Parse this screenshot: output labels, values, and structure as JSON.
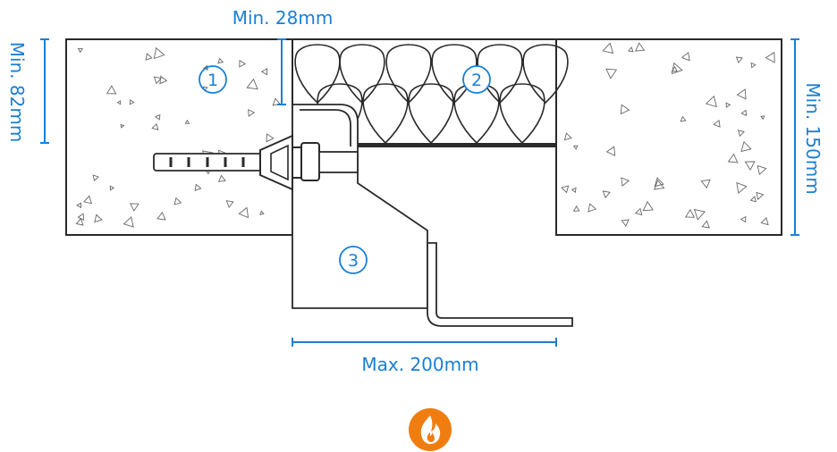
{
  "dimensions": {
    "top_gap": "Min. 28mm",
    "left_depth": "Min. 82mm",
    "right_depth": "Min. 150mm",
    "bottom_width": "Max. 200mm"
  },
  "callouts": {
    "concrete": "1",
    "insulation": "2",
    "bracket": "3"
  },
  "icons": {
    "fire": "flame-icon"
  },
  "colors": {
    "dimension_blue": "#1a7fd4",
    "line_dark": "#2a2a2a",
    "fire_orange": "#f07d0f"
  }
}
